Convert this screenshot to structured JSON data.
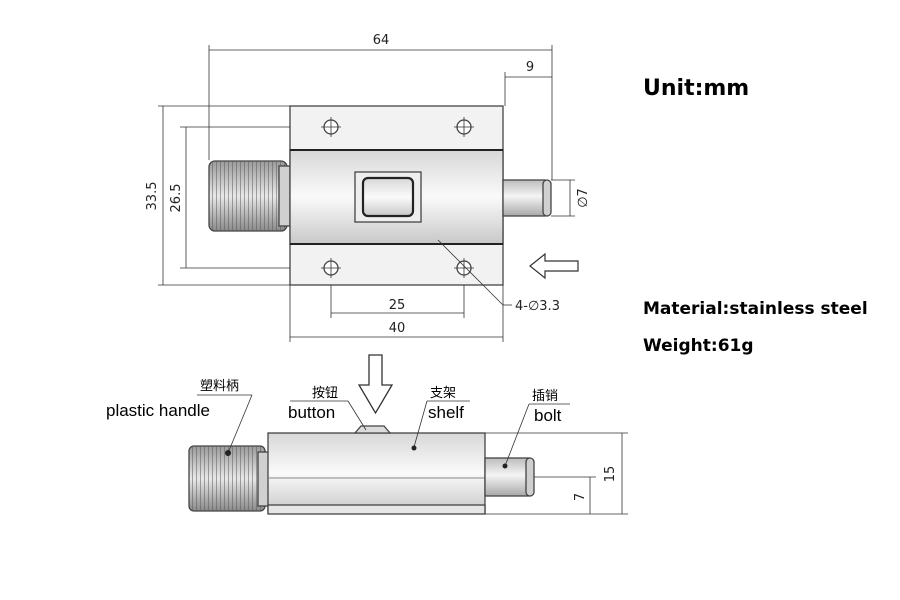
{
  "specs": {
    "unit": "Unit:mm",
    "material": "Material:stainless steel",
    "weight": "Weight:61g"
  },
  "dimensions": {
    "overall_length": "64",
    "bolt_extension": "9",
    "total_height": "33.5",
    "body_height": "26.5",
    "bolt_diameter": "∅7",
    "hole_spacing": "25",
    "plate_width": "40",
    "mount_holes": "4-∅3.3",
    "side_height": "15",
    "side_bolt_height": "7"
  },
  "parts": {
    "handle_cn": "塑料柄",
    "handle_en": "plastic handle",
    "button_cn": "按钮",
    "button_en": "button",
    "shelf_cn": "支架",
    "shelf_en": "shelf",
    "bolt_cn": "插销",
    "bolt_en": "bolt"
  }
}
